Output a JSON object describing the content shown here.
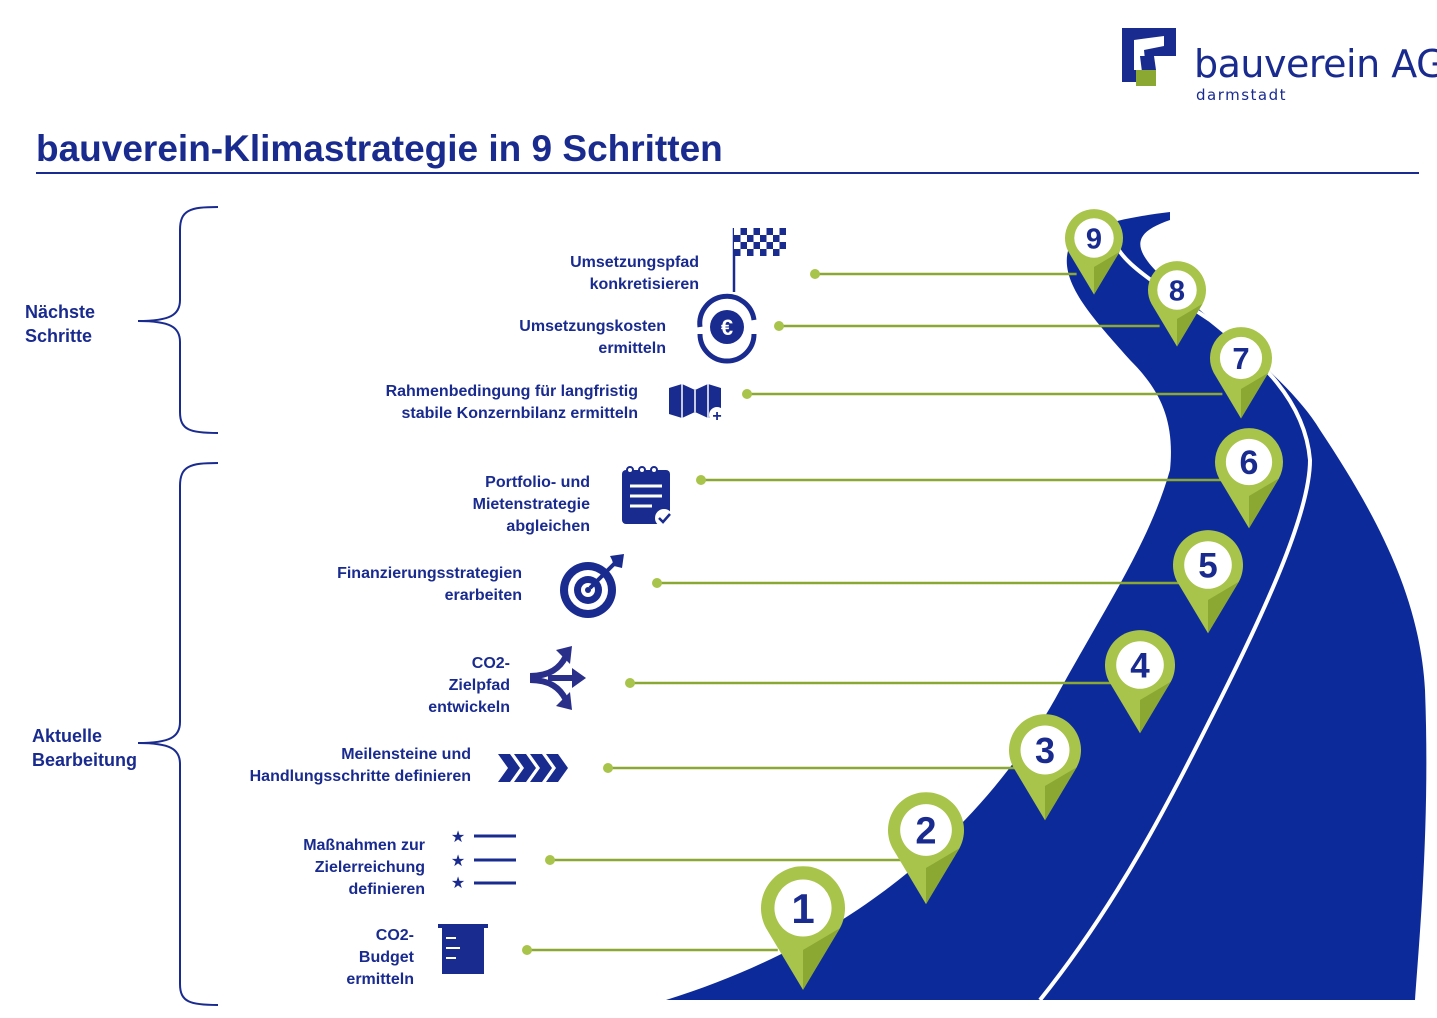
{
  "logo": {
    "name": "bauverein AG",
    "city": "darmstadt"
  },
  "title": "bauverein-Klimastrategie in 9 Schritten",
  "groups": {
    "next": "Nächste\nSchritte",
    "current": "Aktuelle\nBearbeitung"
  },
  "steps": [
    {
      "number": "1",
      "label": "CO2-\nBudget\nermitteln",
      "icon": "beaker-icon"
    },
    {
      "number": "2",
      "label": "Maßnahmen zur\nZielerreichung\ndefinieren",
      "icon": "star-list-icon"
    },
    {
      "number": "3",
      "label": "Meilensteine und\nHandlungsschritte definieren",
      "icon": "chevrons-icon"
    },
    {
      "number": "4",
      "label": "CO2-\nZielpfad\nentwickeln",
      "icon": "split-arrows-icon"
    },
    {
      "number": "5",
      "label": "Finanzierungsstrategien\nerarbeiten",
      "icon": "target-icon"
    },
    {
      "number": "6",
      "label": "Portfolio- und\nMietenstrategie\nabgleichen",
      "icon": "checklist-icon"
    },
    {
      "number": "7",
      "label": "Rahmenbedingung für langfristig\nstabile Konzernbilanz ermitteln",
      "icon": "map-plus-icon"
    },
    {
      "number": "8",
      "label": "Umsetzungskosten\nermitteln",
      "icon": "euro-icon"
    },
    {
      "number": "9",
      "label": "Umsetzungspfad\nkonkretisieren",
      "icon": "checkered-flag-icon"
    }
  ],
  "colors": {
    "blue": "#1a2b8f",
    "road": "#0d2a9a",
    "green": "#8aa832",
    "green_light": "#a8c44a"
  }
}
